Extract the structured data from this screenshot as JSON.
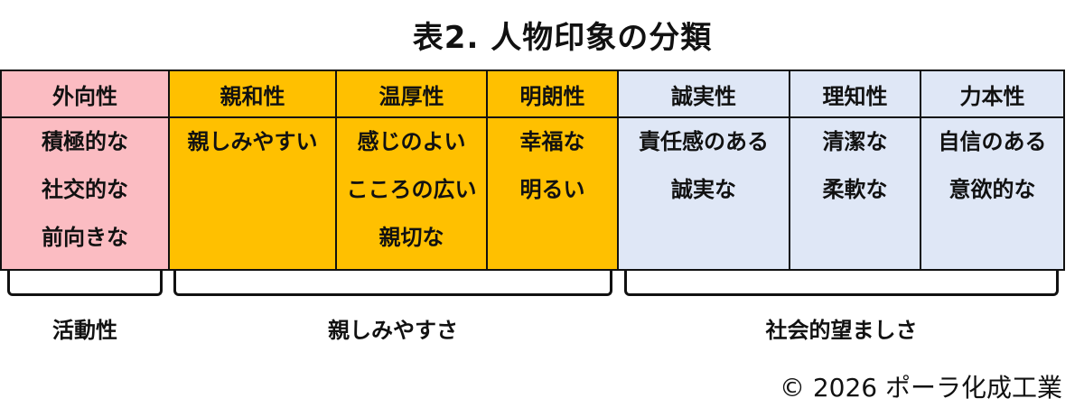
{
  "title": "表2. 人物印象の分類",
  "colors": {
    "pink": "#fbbcc2",
    "orange": "#ffc000",
    "blue": "#dfe7f6",
    "border": "#111111"
  },
  "table": {
    "columns": [
      {
        "header": "外向性",
        "color": "pink",
        "items": [
          "積極的な",
          "社交的な",
          "前向きな"
        ]
      },
      {
        "header": "親和性",
        "color": "orange",
        "items": [
          "親しみやすい"
        ]
      },
      {
        "header": "温厚性",
        "color": "orange",
        "items": [
          "感じのよい",
          "こころの広い",
          "親切な"
        ]
      },
      {
        "header": "明朗性",
        "color": "orange",
        "items": [
          "幸福な",
          "明るい"
        ]
      },
      {
        "header": "誠実性",
        "color": "blue",
        "items": [
          "責任感のある",
          "誠実な"
        ]
      },
      {
        "header": "理知性",
        "color": "blue",
        "items": [
          "清潔な",
          "柔軟な"
        ]
      },
      {
        "header": "力本性",
        "color": "blue",
        "items": [
          "自信のある",
          "意欲的な"
        ]
      }
    ]
  },
  "groups": [
    {
      "label": "活動性"
    },
    {
      "label": "親しみやすさ"
    },
    {
      "label": "社会的望ましさ"
    }
  ],
  "copyright": "© 2026 ポーラ化成工業"
}
